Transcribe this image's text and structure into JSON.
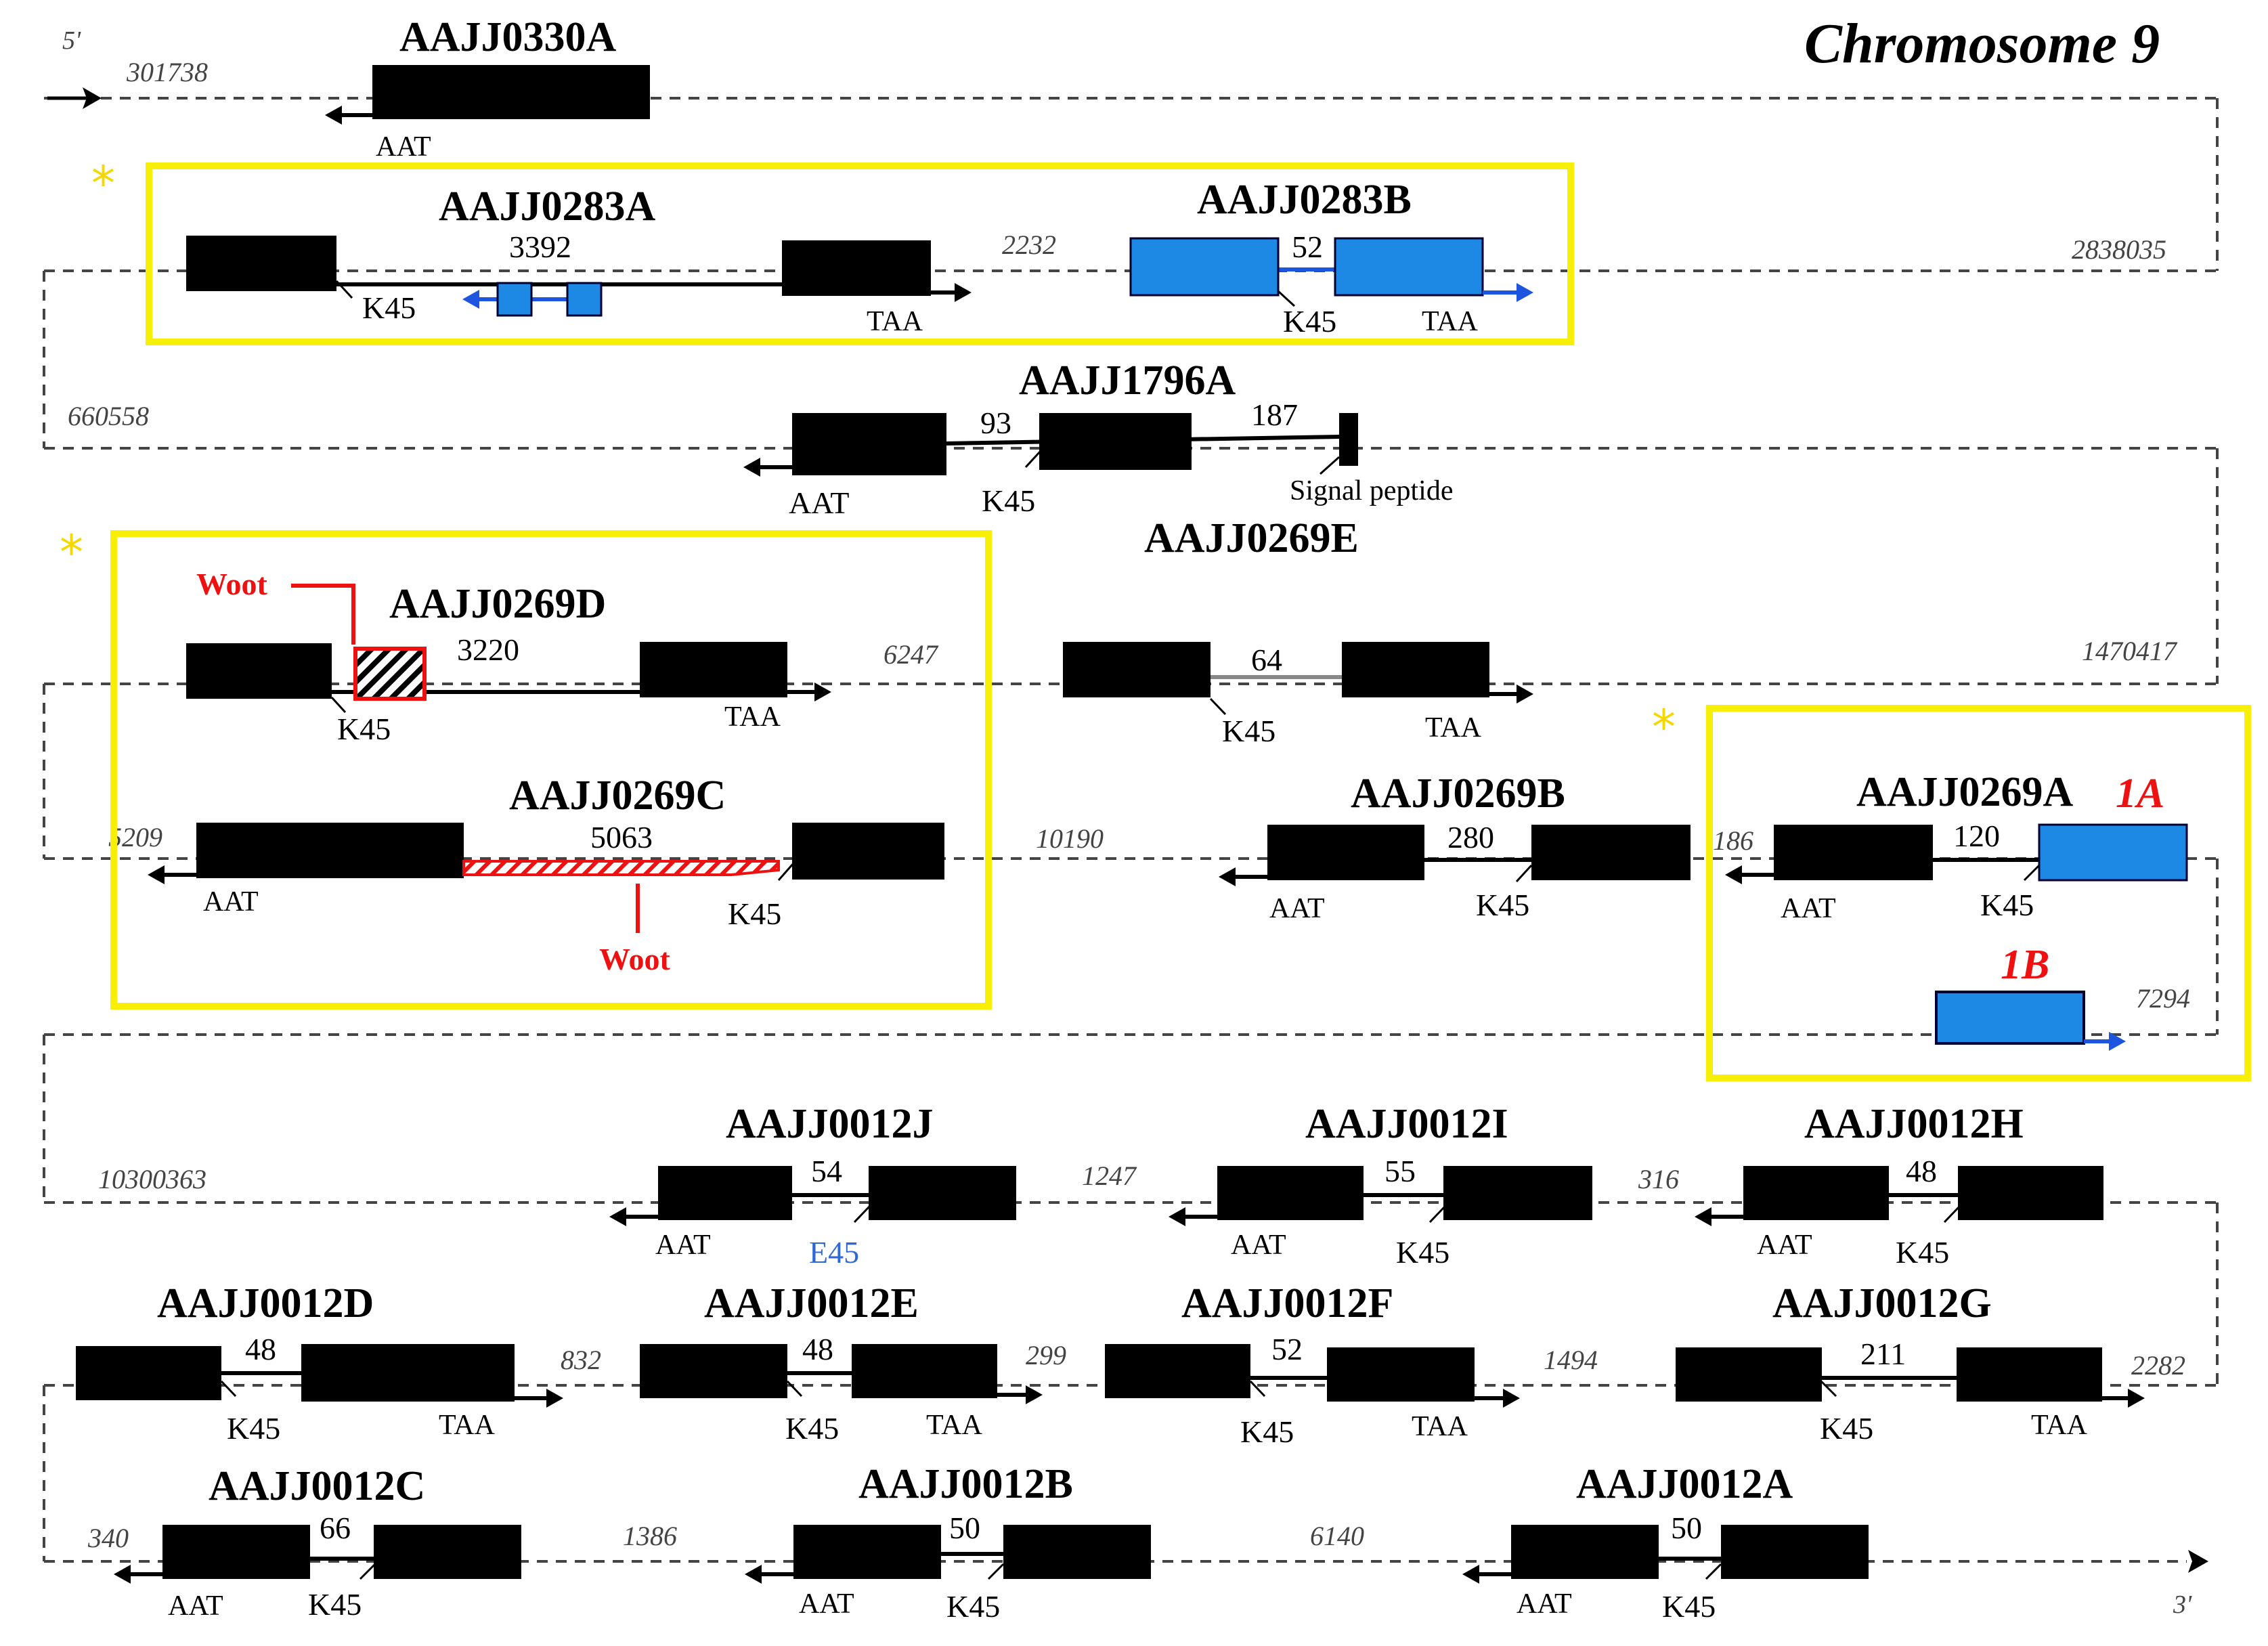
{
  "title": "Chromosome 9",
  "colors": {
    "exon": "#000000",
    "blue_exon": "#1e88e5",
    "highlight_box": "#f7ef05",
    "woot": "#ee1111",
    "blue_text": "#2f67d8",
    "dashed": "#444444"
  },
  "ends": {
    "five_prime": "5'",
    "three_prime": "3'"
  },
  "star": "*",
  "distances": {
    "d1": "301738",
    "d2": "2232",
    "d3": "2838035",
    "d4": "660558",
    "d5": "6247",
    "d6": "1470417",
    "d7": "5209",
    "d8": "10190",
    "d9": "186",
    "d10": "7294",
    "d11": "10300363",
    "d12": "1247",
    "d13": "316",
    "d14": "832",
    "d15": "299",
    "d16": "1494",
    "d17": "2282",
    "d18": "340",
    "d19": "1386",
    "d20": "6140"
  },
  "genes": {
    "aajj0330a": {
      "name": "AAJJ0330A",
      "aat": "AAT"
    },
    "aajj0283a": {
      "name": "AAJJ0283A",
      "intron": "3392",
      "k45": "K45",
      "taa": "TAA"
    },
    "aajj0283b": {
      "name": "AAJJ0283B",
      "intron": "52",
      "k45": "K45",
      "taa": "TAA"
    },
    "aajj1796a": {
      "name": "AAJJ1796A",
      "intron1": "93",
      "intron2": "187",
      "aat": "AAT",
      "k45": "K45",
      "signal": "Signal peptide"
    },
    "aajj0269e": {
      "name": "AAJJ0269E",
      "intron": "64",
      "k45": "K45",
      "taa": "TAA"
    },
    "aajj0269d": {
      "name": "AAJJ0269D",
      "intron": "3220",
      "k45": "K45",
      "taa": "TAA",
      "woot": "Woot"
    },
    "aajj0269c": {
      "name": "AAJJ0269C",
      "intron": "5063",
      "aat": "AAT",
      "k45": "K45",
      "woot": "Woot"
    },
    "aajj0269b": {
      "name": "AAJJ0269B",
      "intron": "280",
      "aat": "AAT",
      "k45": "K45"
    },
    "aajj0269a": {
      "name": "AAJJ0269A",
      "intron": "120",
      "aat": "AAT",
      "k45": "K45",
      "iso_1a": "1A",
      "iso_1b": "1B"
    },
    "aajj0012j": {
      "name": "AAJJ0012J",
      "intron": "54",
      "aat": "AAT",
      "e45": "E45"
    },
    "aajj0012i": {
      "name": "AAJJ0012I",
      "intron": "55",
      "aat": "AAT",
      "k45": "K45"
    },
    "aajj0012h": {
      "name": "AAJJ0012H",
      "intron": "48",
      "aat": "AAT",
      "k45": "K45"
    },
    "aajj0012d": {
      "name": "AAJJ0012D",
      "intron": "48",
      "k45": "K45",
      "taa": "TAA"
    },
    "aajj0012e": {
      "name": "AAJJ0012E",
      "intron": "48",
      "k45": "K45",
      "taa": "TAA"
    },
    "aajj0012f": {
      "name": "AAJJ0012F",
      "intron": "52",
      "k45": "K45",
      "taa": "TAA"
    },
    "aajj0012g": {
      "name": "AAJJ0012G",
      "intron": "211",
      "k45": "K45",
      "taa": "TAA"
    },
    "aajj0012c": {
      "name": "AAJJ0012C",
      "intron": "66",
      "aat": "AAT",
      "k45": "K45"
    },
    "aajj0012b": {
      "name": "AAJJ0012B",
      "intron": "50",
      "aat": "AAT",
      "k45": "K45"
    },
    "aajj0012a": {
      "name": "AAJJ0012A",
      "intron": "50",
      "aat": "AAT",
      "k45": "K45"
    }
  }
}
